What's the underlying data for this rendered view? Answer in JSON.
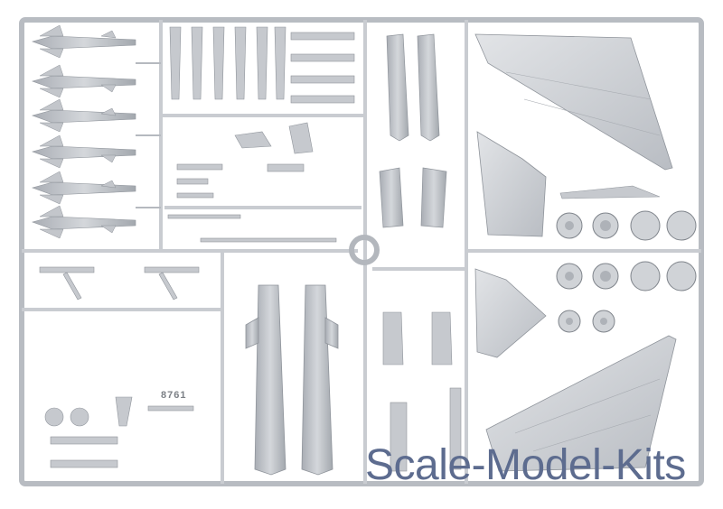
{
  "photo": {
    "subject": "plastic-model-kit-sprue",
    "colors": {
      "background": "#ffffff",
      "plastic": "#c9ccd1",
      "plastic_dark": "#9ea3aa",
      "plastic_light": "#e1e3e6",
      "watermark": "#5d6c8f"
    }
  },
  "watermark": {
    "text": "Scale-Model-Kits"
  },
  "sprue_code": {
    "text": "8761"
  }
}
